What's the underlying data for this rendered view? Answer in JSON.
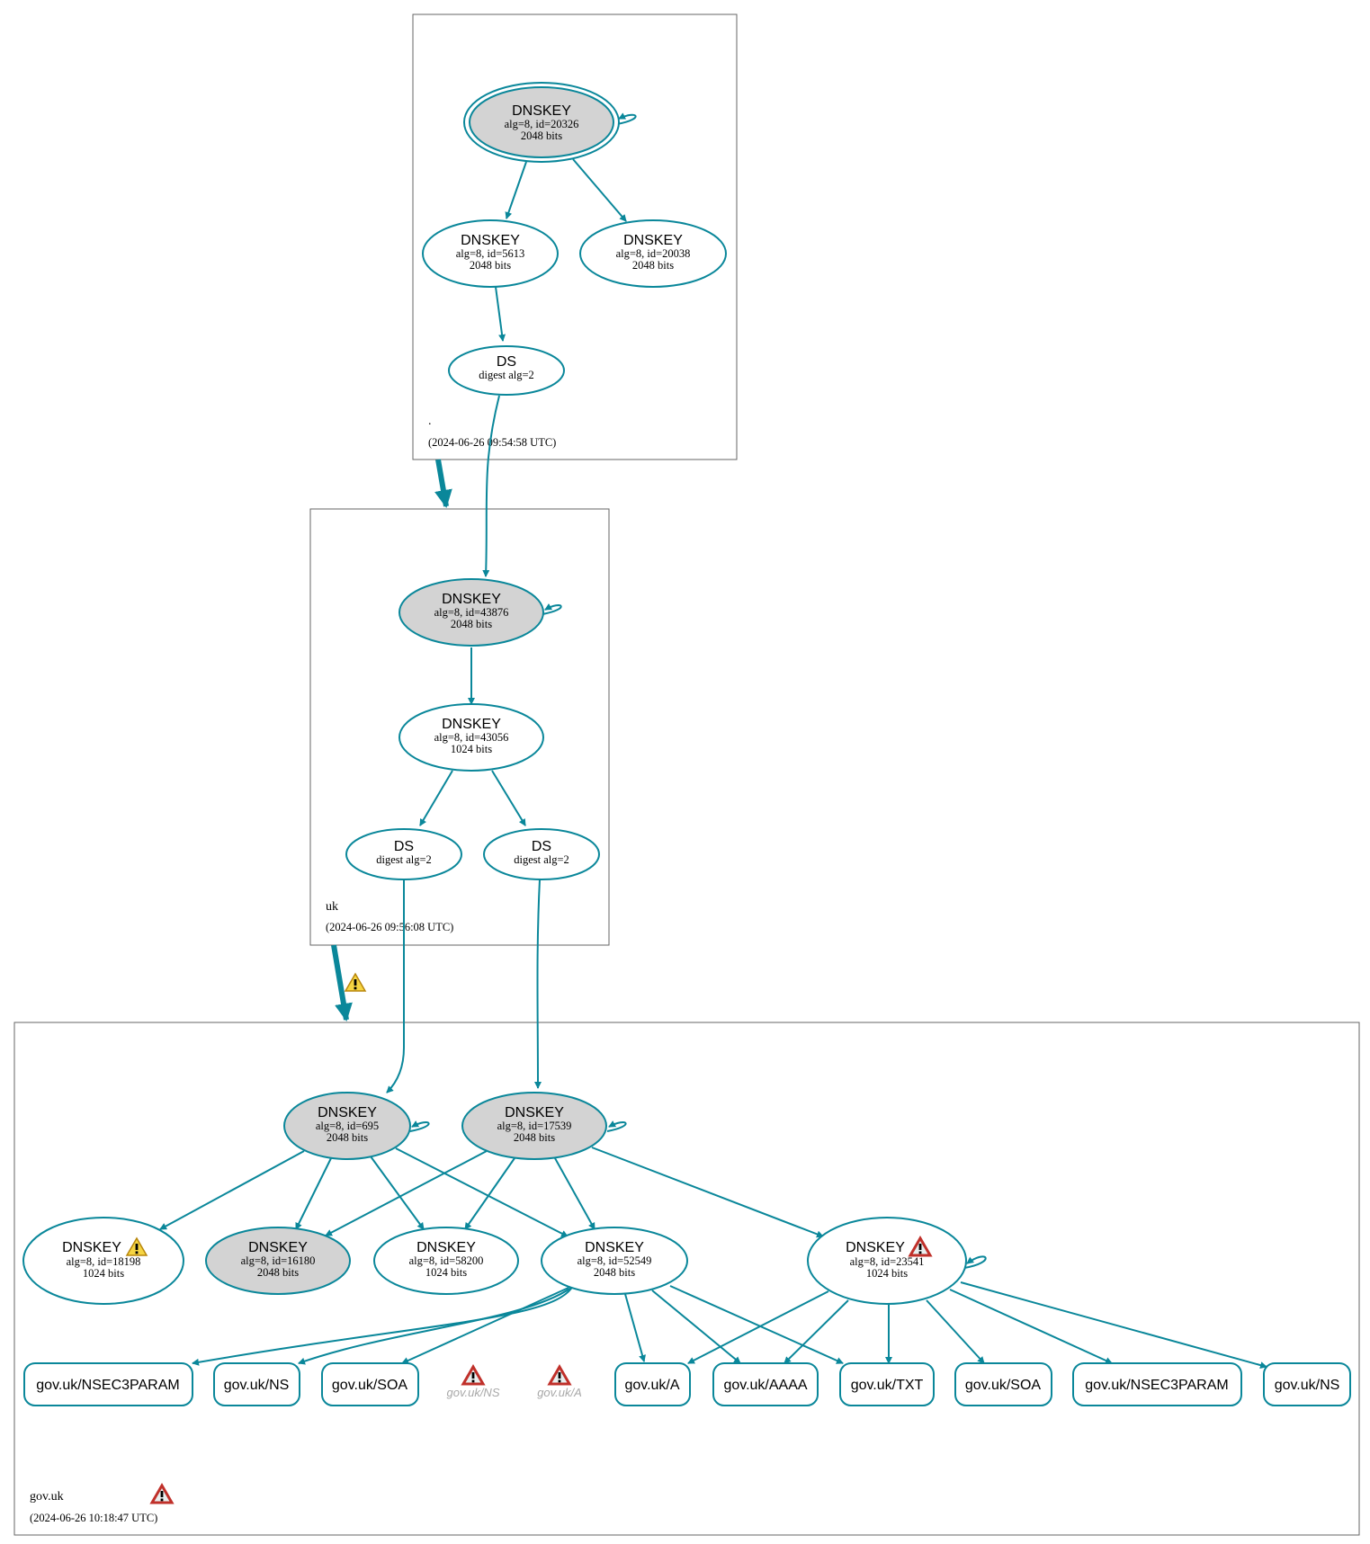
{
  "colors": {
    "edge": "#0a879a",
    "ksk_fill": "#d3d3d3",
    "node_fill": "#ffffff",
    "warning": "#f5d442",
    "error": "#c0302a",
    "missing_text": "#a8a8a8"
  },
  "zones": {
    "root": {
      "name": ".",
      "timestamp": "(2024-06-26 09:54:58 UTC)"
    },
    "uk": {
      "name": "uk",
      "timestamp": "(2024-06-26 09:56:08 UTC)"
    },
    "govuk": {
      "name": "gov.uk",
      "timestamp": "(2024-06-26 10:18:47 UTC)",
      "status_icon": "error-icon"
    }
  },
  "nodes": {
    "root_ksk": {
      "type": "DNSKEY",
      "detail": "alg=8, id=20326",
      "size": "2048 bits"
    },
    "root_zsk1": {
      "type": "DNSKEY",
      "detail": "alg=8, id=5613",
      "size": "2048 bits"
    },
    "root_zsk2": {
      "type": "DNSKEY",
      "detail": "alg=8, id=20038",
      "size": "2048 bits"
    },
    "root_ds": {
      "type": "DS",
      "detail": "digest alg=2"
    },
    "uk_ksk": {
      "type": "DNSKEY",
      "detail": "alg=8, id=43876",
      "size": "2048 bits"
    },
    "uk_zsk": {
      "type": "DNSKEY",
      "detail": "alg=8, id=43056",
      "size": "1024 bits"
    },
    "uk_ds1": {
      "type": "DS",
      "detail": "digest alg=2"
    },
    "uk_ds2": {
      "type": "DS",
      "detail": "digest alg=2"
    },
    "gov_ksk1": {
      "type": "DNSKEY",
      "detail": "alg=8, id=695",
      "size": "2048 bits"
    },
    "gov_ksk2": {
      "type": "DNSKEY",
      "detail": "alg=8, id=17539",
      "size": "2048 bits"
    },
    "gov_k18198": {
      "type": "DNSKEY",
      "detail": "alg=8, id=18198",
      "size": "1024 bits",
      "status_icon": "warning-icon"
    },
    "gov_k16180": {
      "type": "DNSKEY",
      "detail": "alg=8, id=16180",
      "size": "2048 bits"
    },
    "gov_k58200": {
      "type": "DNSKEY",
      "detail": "alg=8, id=58200",
      "size": "1024 bits"
    },
    "gov_k52549": {
      "type": "DNSKEY",
      "detail": "alg=8, id=52549",
      "size": "2048 bits"
    },
    "gov_k23541": {
      "type": "DNSKEY",
      "detail": "alg=8, id=23541",
      "size": "1024 bits",
      "status_icon": "error-icon"
    }
  },
  "rrsets": [
    {
      "id": "rr1",
      "label": "gov.uk/NSEC3PARAM"
    },
    {
      "id": "rr2",
      "label": "gov.uk/NS"
    },
    {
      "id": "rr3",
      "label": "gov.uk/SOA"
    },
    {
      "id": "rr4",
      "label": "gov.uk/A"
    },
    {
      "id": "rr5",
      "label": "gov.uk/AAAA"
    },
    {
      "id": "rr6",
      "label": "gov.uk/TXT"
    },
    {
      "id": "rr7",
      "label": "gov.uk/SOA"
    },
    {
      "id": "rr8",
      "label": "gov.uk/NSEC3PARAM"
    },
    {
      "id": "rr9",
      "label": "gov.uk/NS"
    }
  ],
  "missing_rrsets": [
    {
      "id": "m1",
      "label": "gov.uk/NS",
      "status_icon": "error-icon"
    },
    {
      "id": "m2",
      "label": "gov.uk/A",
      "status_icon": "error-icon"
    }
  ],
  "delegations": [
    {
      "from": "root",
      "to": "uk",
      "status": "secure"
    },
    {
      "from": "uk",
      "to": "gov.uk",
      "status": "warning"
    }
  ]
}
